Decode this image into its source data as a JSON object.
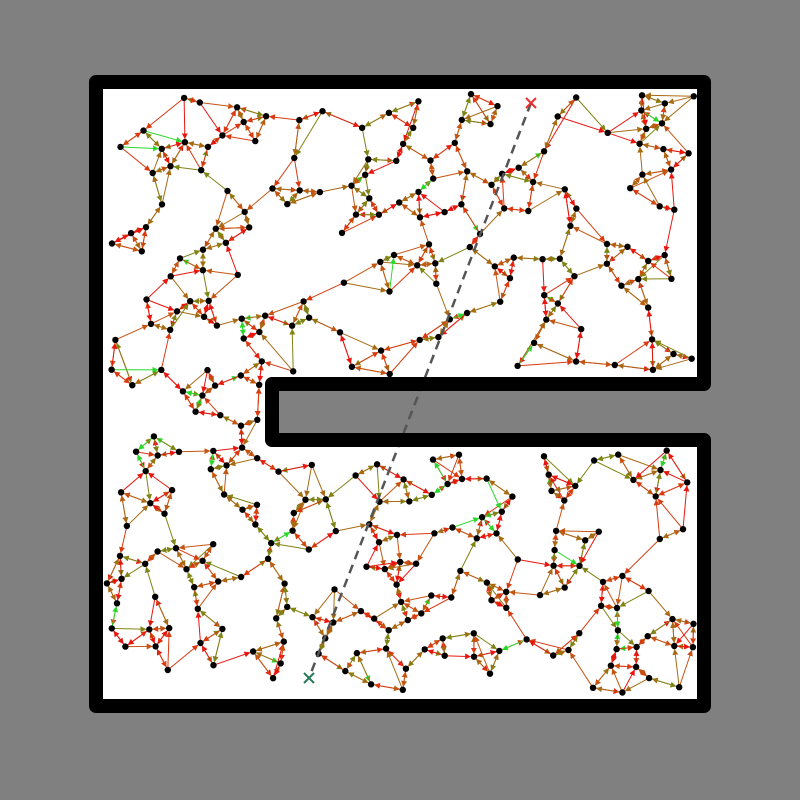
{
  "colors": {
    "background": "#808080",
    "free_space": "#ffffff",
    "wall": "#000000",
    "node": "#000000",
    "edge_palette": [
      "#e8160f",
      "#d93a10",
      "#c65512",
      "#a86a13",
      "#7f8414",
      "#2ad82a"
    ],
    "path": "#555555",
    "goal_marker": "#e83030",
    "start_marker": "#2a7a5a"
  },
  "icons": {
    "start": "x-mark-icon",
    "goal": "x-mark-icon"
  },
  "graph": {
    "node_count": 330,
    "k_neighbors": 3,
    "seed": 17
  }
}
